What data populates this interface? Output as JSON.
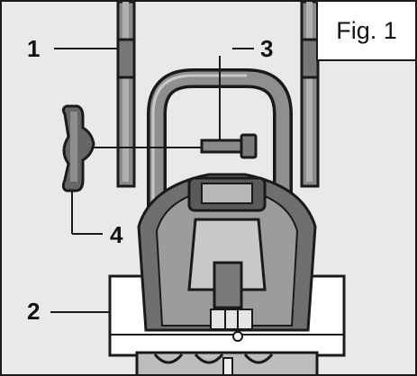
{
  "figure": {
    "label": "Fig. 1"
  },
  "callouts": [
    {
      "id": "1"
    },
    {
      "id": "2"
    },
    {
      "id": "3"
    },
    {
      "id": "4"
    }
  ],
  "colors": {
    "background": "#e9e9e9",
    "outline": "#1a1a1a",
    "part_dark": "#6a6a6a",
    "part_mid": "#9a9a9a",
    "part_light": "#c4c4c4"
  }
}
